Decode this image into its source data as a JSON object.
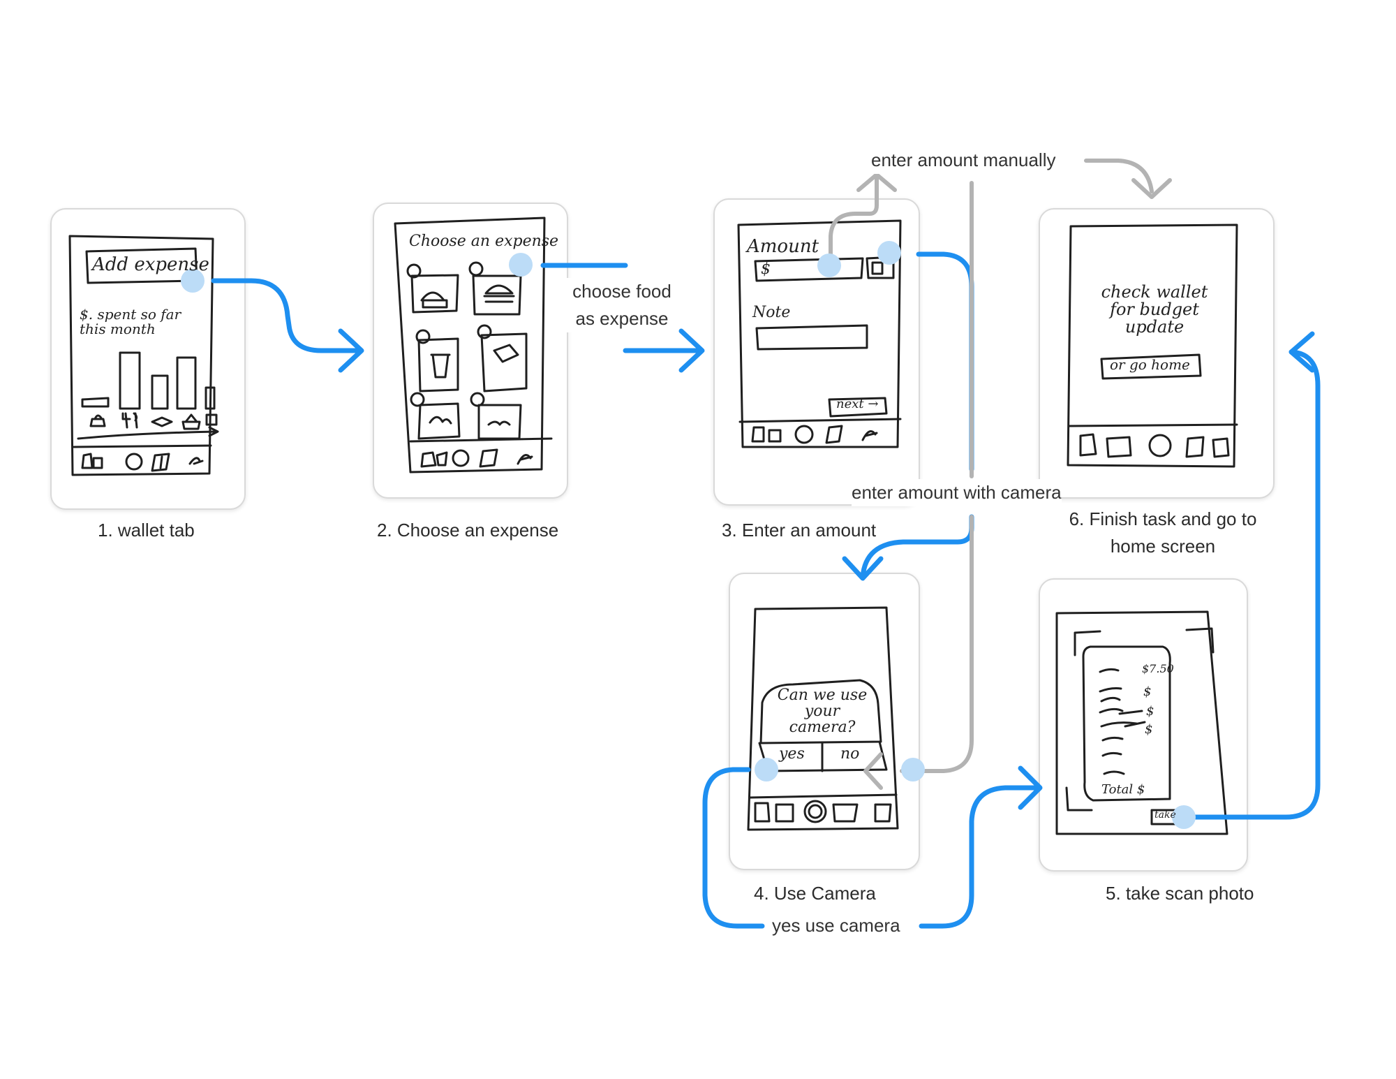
{
  "screens": [
    {
      "id": "s1",
      "caption": "1. wallet tab",
      "sketch": {
        "header_box": "Add expense",
        "note": "$. spent so far this month"
      }
    },
    {
      "id": "s2",
      "caption": "2. Choose an expense",
      "sketch": {
        "title": "Choose an expense"
      }
    },
    {
      "id": "s3",
      "caption": "3. Enter an amount",
      "sketch": {
        "amount_label": "Amount",
        "amount_value": "$",
        "note_label": "Note",
        "next_button": "next →"
      }
    },
    {
      "id": "s4",
      "caption": "4. Use Camera",
      "sketch": {
        "dialog_text": "Can we use your camera?",
        "yes": "yes",
        "no": "no"
      }
    },
    {
      "id": "s5",
      "caption": "5. take scan photo",
      "sketch": {
        "price": "$7.50",
        "dollar": "$",
        "total": "Total $",
        "take_button": "take"
      }
    },
    {
      "id": "s6",
      "caption": "6. Finish task and go to home screen",
      "sketch": {
        "message": "check wallet for budget update",
        "button": "or go home"
      }
    }
  ],
  "flows": [
    {
      "id": "f-choose-food",
      "label": "choose food as expense",
      "color": "#1e8ff0"
    },
    {
      "id": "f-manual",
      "label": "enter amount manually",
      "color": "#b3b3b3"
    },
    {
      "id": "f-camera",
      "label": "enter amount with camera",
      "color": "#1e8ff0"
    },
    {
      "id": "f-yes-camera",
      "label": "yes use camera",
      "color": "#1e8ff0"
    }
  ],
  "colors": {
    "flow_primary": "#1e8ff0",
    "flow_secondary": "#b3b3b3",
    "hotspot": "#bcdcf7"
  }
}
